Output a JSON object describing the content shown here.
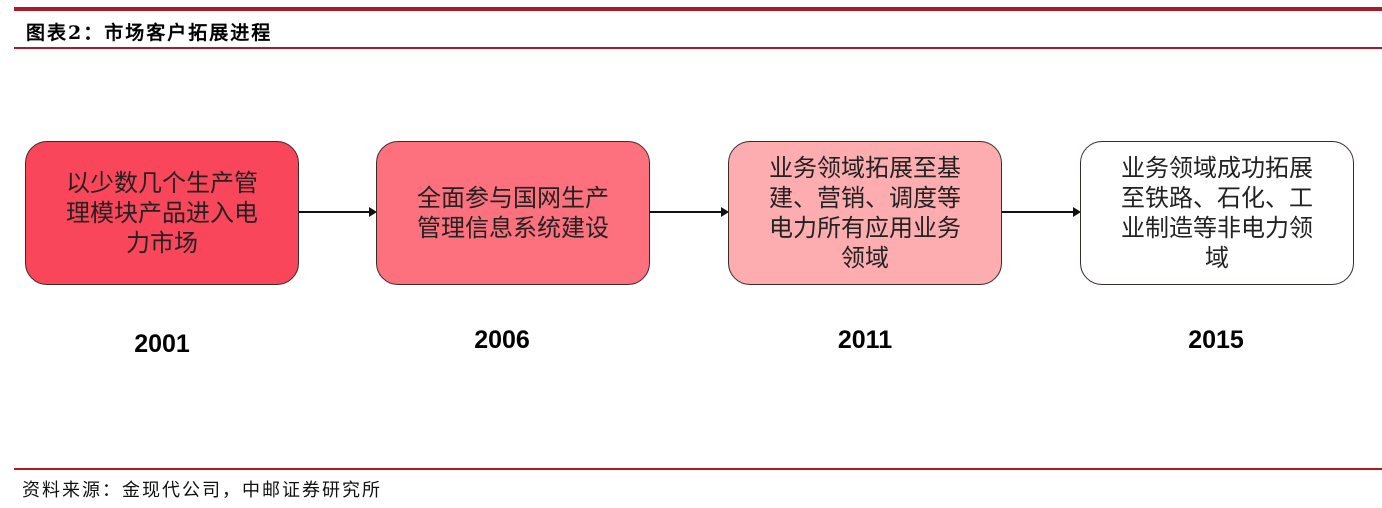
{
  "header": {
    "title": "图表2：市场客户拓展进程"
  },
  "diagram": {
    "stages": [
      {
        "year": "2001",
        "text": "以少数几个生产管理模块产品进入电力市场",
        "fill": "#f9465a"
      },
      {
        "year": "2006",
        "text": "全面参与国网生产管理信息系统建设",
        "fill": "#fc717d"
      },
      {
        "year": "2011",
        "text": "业务领域拓展至基建、营销、调度等电力所有应用业务领域",
        "fill": "#fdacb0"
      },
      {
        "year": "2015",
        "text": "业务领域成功拓展至铁路、石化、工业制造等非电力领域",
        "fill": "#ffffff"
      }
    ],
    "arrow_color": "#111111"
  },
  "footer": {
    "source": "资料来源：金现代公司，中邮证券研究所"
  },
  "colors": {
    "rule": "#a81c27"
  }
}
